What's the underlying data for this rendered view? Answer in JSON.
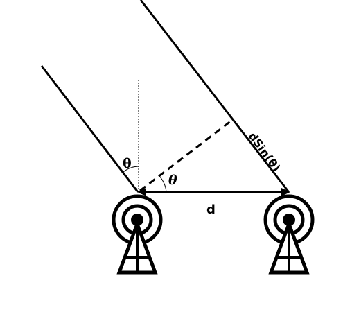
{
  "labels": {
    "theta_vertical": "θ",
    "theta_horizontal": "θ",
    "distance": "d",
    "path_difference": "dSin(θ)"
  },
  "colors": {
    "stroke": "#000000",
    "background": "#ffffff"
  },
  "icons": {
    "left_antenna": "radio-tower-icon",
    "right_antenna": "radio-tower-icon"
  }
}
